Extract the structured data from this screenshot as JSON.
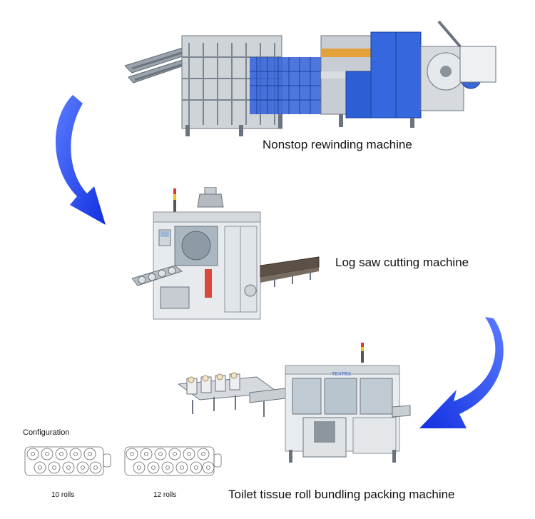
{
  "stages": [
    {
      "label": "Nonstop rewinding machine"
    },
    {
      "label": "Log saw cutting machine"
    },
    {
      "label": "Toilet tissue roll bundling packing machine"
    }
  ],
  "configuration": {
    "title": "Configuration",
    "options": [
      {
        "label": "10 rolls"
      },
      {
        "label": "12 rolls"
      }
    ]
  },
  "colors": {
    "arrow": "#1a3cf0",
    "machine_blue": "#2c5fd6",
    "machine_body": "#e9ecef"
  }
}
